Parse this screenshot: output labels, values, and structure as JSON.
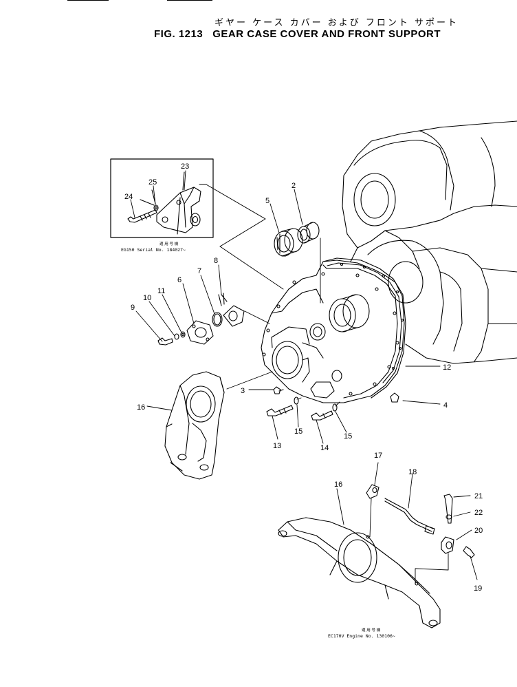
{
  "title": {
    "figure_label": "FIG. 1213",
    "japanese": "ギヤー ケース カバー および フロント サポート",
    "english": "GEAR CASE COVER AND FRONT SUPPORT"
  },
  "inset_note": {
    "japanese": "適 用 号 機",
    "serial": "EG150 Serial No. 184027~"
  },
  "bottom_note": {
    "japanese": "適 用 号 機",
    "serial": "EC170V Engine No. 130106~"
  },
  "callouts": {
    "c2": "2",
    "c3": "3",
    "c4": "4",
    "c5": "5",
    "c6": "6",
    "c7": "7",
    "c8": "8",
    "c9": "9",
    "c10": "10",
    "c11": "11",
    "c12": "12",
    "c13": "13",
    "c14": "14",
    "c15a": "15",
    "c15b": "15",
    "c16a": "16",
    "c16b": "16",
    "c17": "17",
    "c18": "18",
    "c19": "19",
    "c20": "20",
    "c21": "21",
    "c22": "22",
    "c23": "23",
    "c24": "24",
    "c25": "25"
  }
}
